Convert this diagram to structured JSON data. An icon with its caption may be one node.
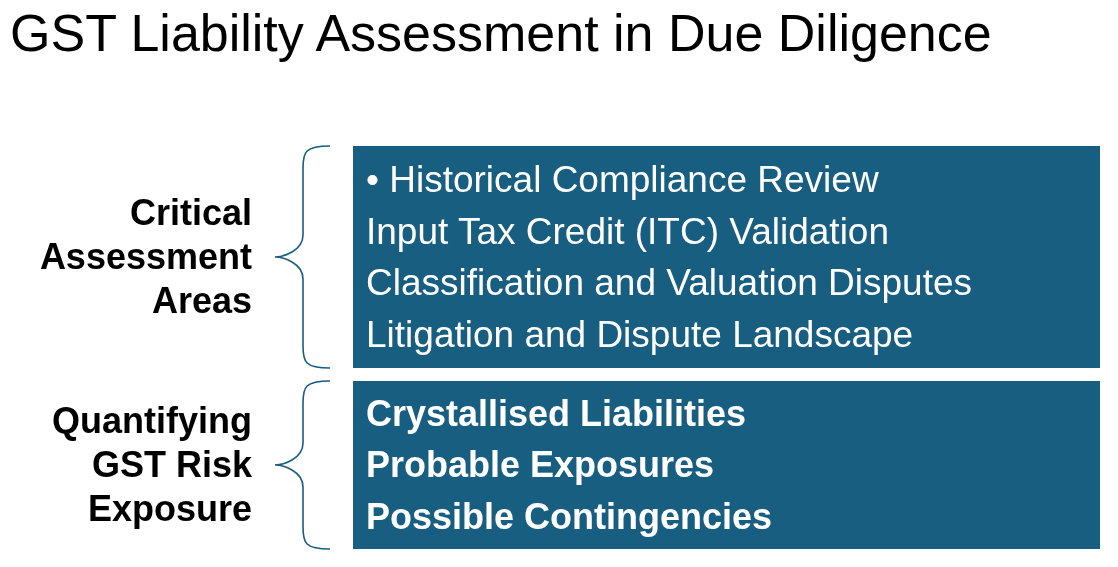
{
  "diagram": {
    "title": "GST Liability Assessment in Due Diligence",
    "nodes": [
      {
        "text": [
          "• Historical Compliance Review",
          "Input Tax Credit (ITC) Validation",
          "Classification and Valuation Disputes",
          "Litigation and Dispute Landscape"
        ],
        "beside": [
          "Critical Assessment Areas"
        ]
      },
      {
        "text": [
          "Crystallised Liabilities",
          "Probable Exposures",
          "Possible Contingencies"
        ],
        "beside": [
          "Quantifying GST Risk Exposure"
        ]
      }
    ]
  }
}
